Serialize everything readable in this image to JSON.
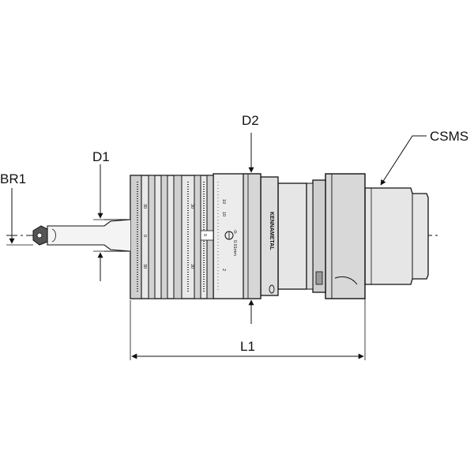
{
  "drawing": {
    "labels": {
      "br1": "BR1",
      "d1": "D1",
      "d2": "D2",
      "csms": "CSMS",
      "l1": "L1"
    },
    "brand_text": "KENNAMETAL",
    "dial_marks": [
      "30",
      "30",
      "0",
      "30",
      "30",
      "10",
      "0",
      "10",
      "2"
    ],
    "tiny_marks": [
      "-0-",
      "0.01mm"
    ],
    "colors": {
      "line": "#111111",
      "fill_light": "#e6e6e6",
      "fill_mid": "#cfcfcf",
      "fill_dark": "#9a9a9a",
      "background": "#ffffff"
    }
  }
}
